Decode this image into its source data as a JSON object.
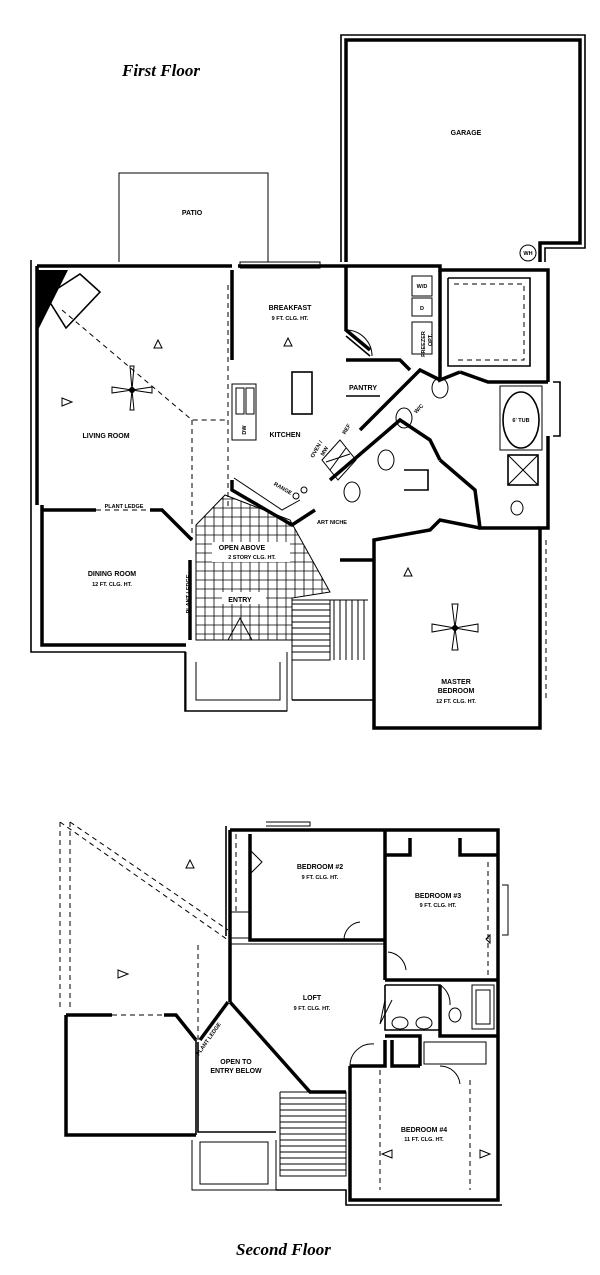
{
  "titles": {
    "first_floor": "First Floor",
    "second_floor": "Second Floor"
  },
  "first_floor": {
    "garage": "GARAGE",
    "patio": "PATIO",
    "breakfast": "BREAKFAST",
    "breakfast_ceiling": "9 FT. CLG. HT.",
    "living_room": "LIVING ROOM",
    "kitchen": "KITCHEN",
    "pantry": "PANTRY",
    "dining_room": "DINING ROOM",
    "dining_ceiling": "12 FT. CLG. HT.",
    "open_above": "OPEN ABOVE",
    "open_above_2": "2 STORY CLG. HT.",
    "entry": "ENTRY",
    "art_niche": "ART NICHE",
    "plant_ledge_1": "PLANT LEDGE",
    "plant_ledge_2": "PLANT LEDGE",
    "master": "MASTER",
    "master_bedroom": "BEDROOM",
    "master_ceiling": "12 FT. CLG. HT.",
    "tub": "6' TUB",
    "wh": "WH",
    "wd": "W/D",
    "d": "D",
    "freezer": "FREEZER",
    "opt": "OPT.",
    "dw": "DW",
    "oven": "OVEN /",
    "mw": "MW",
    "ref": "REF",
    "range": "RANGE",
    "wic": "W/C"
  },
  "second_floor": {
    "bedroom2": "BEDROOM #2",
    "bedroom2_ceiling": "9 FT. CLG. HT.",
    "bedroom3": "BEDROOM #3",
    "bedroom3_ceiling": "9 FT. CLG. HT.",
    "loft": "LOFT",
    "loft_ceiling": "9 FT. CLG. HT.",
    "open_to": "OPEN TO",
    "open_to_2": "ENTRY BELOW",
    "plant_ledge": "PLANT LEDGE",
    "bedroom4": "BEDROOM #4",
    "bedroom4_ceiling": "11 FT. CLG. HT."
  }
}
